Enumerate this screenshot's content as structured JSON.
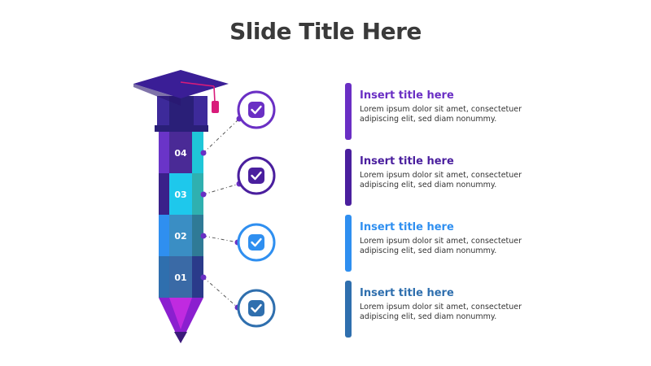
{
  "slide": {
    "title": "Slide Title Here"
  },
  "segments": [
    {
      "label": "04",
      "color": "#5b2fa8"
    },
    {
      "label": "03",
      "color": "#1fc6e8"
    },
    {
      "label": "02",
      "color": "#3b95d6"
    },
    {
      "label": "01",
      "color": "#2f6fae"
    }
  ],
  "items": [
    {
      "title": "Insert title here",
      "body": "Lorem ipsum dolor sit amet, consectetuer adipiscing elit, sed diam nonummy.",
      "color": "#6a2fc4",
      "icon": "check-icon"
    },
    {
      "title": "Insert title here",
      "body": "Lorem ipsum dolor sit amet, consectetuer adipiscing elit, sed diam nonummy.",
      "color": "#4a1f9e",
      "icon": "check-icon"
    },
    {
      "title": "Insert title here",
      "body": "Lorem ipsum dolor sit amet, consectetuer adipiscing elit, sed diam nonummy.",
      "color": "#2f8ff0",
      "icon": "check-icon"
    },
    {
      "title": "Insert title here",
      "body": "Lorem ipsum dolor sit amet, consectetuer adipiscing elit, sed diam nonummy.",
      "color": "#2f6fae",
      "icon": "check-icon"
    }
  ]
}
